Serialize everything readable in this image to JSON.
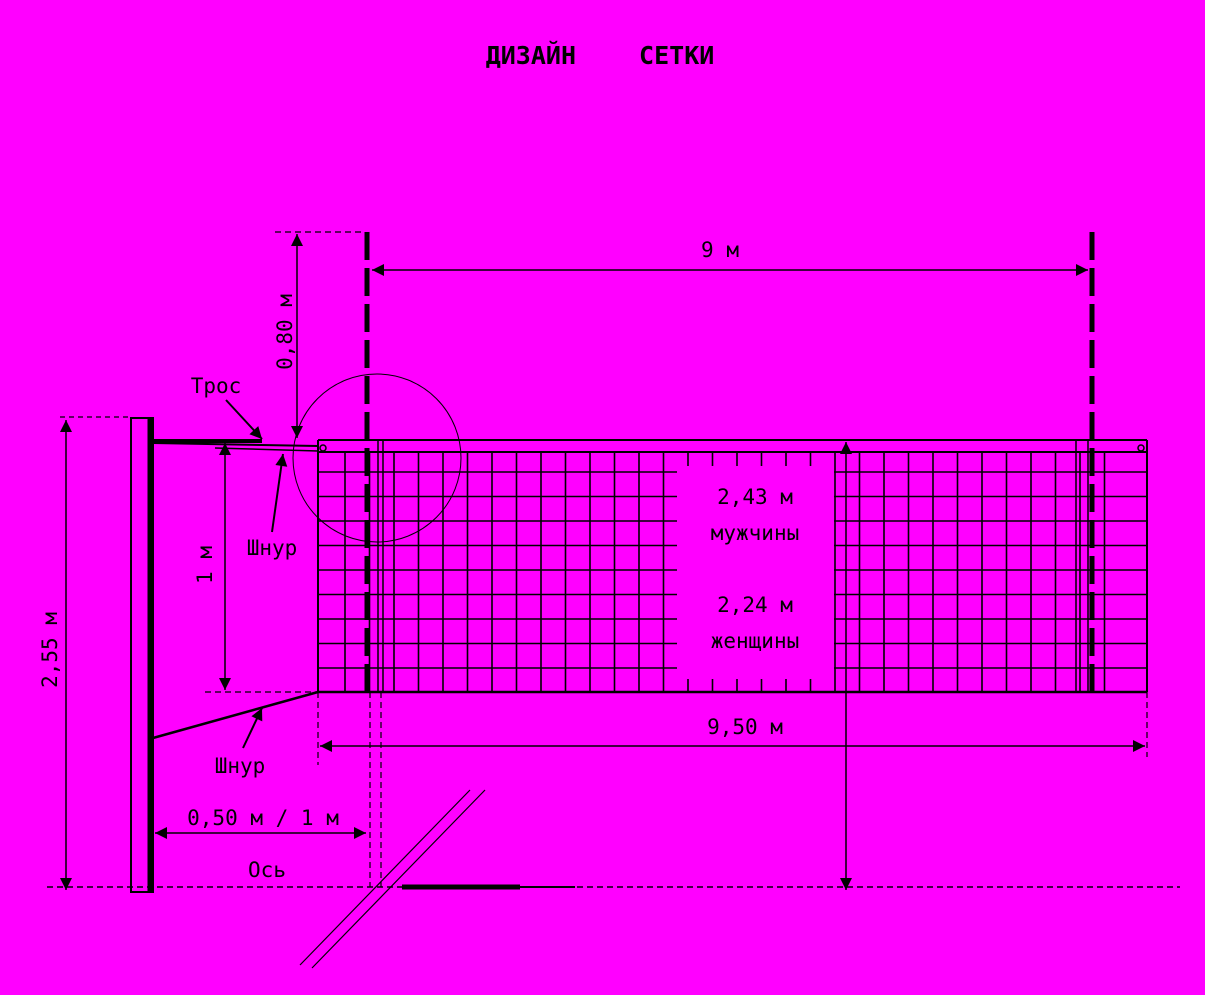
{
  "title": "ДИЗАЙН СЕТКИ",
  "labels": {
    "length_top": "9 м",
    "antenna_height": "0,80 м",
    "cable": "Трос",
    "cord_upper": "Шнур",
    "net_height": "1 м",
    "post_height": "2,55 м",
    "men_height": "2,43 м",
    "men": "мужчины",
    "women_height": "2,24 м",
    "women": "женщины",
    "net_length": "9,50 м",
    "cord_lower": "Шнур",
    "post_offset": "0,50 м / 1 м",
    "axis": "Ось"
  },
  "colors": {
    "background": "#FF00FF",
    "lines": "#000000"
  }
}
